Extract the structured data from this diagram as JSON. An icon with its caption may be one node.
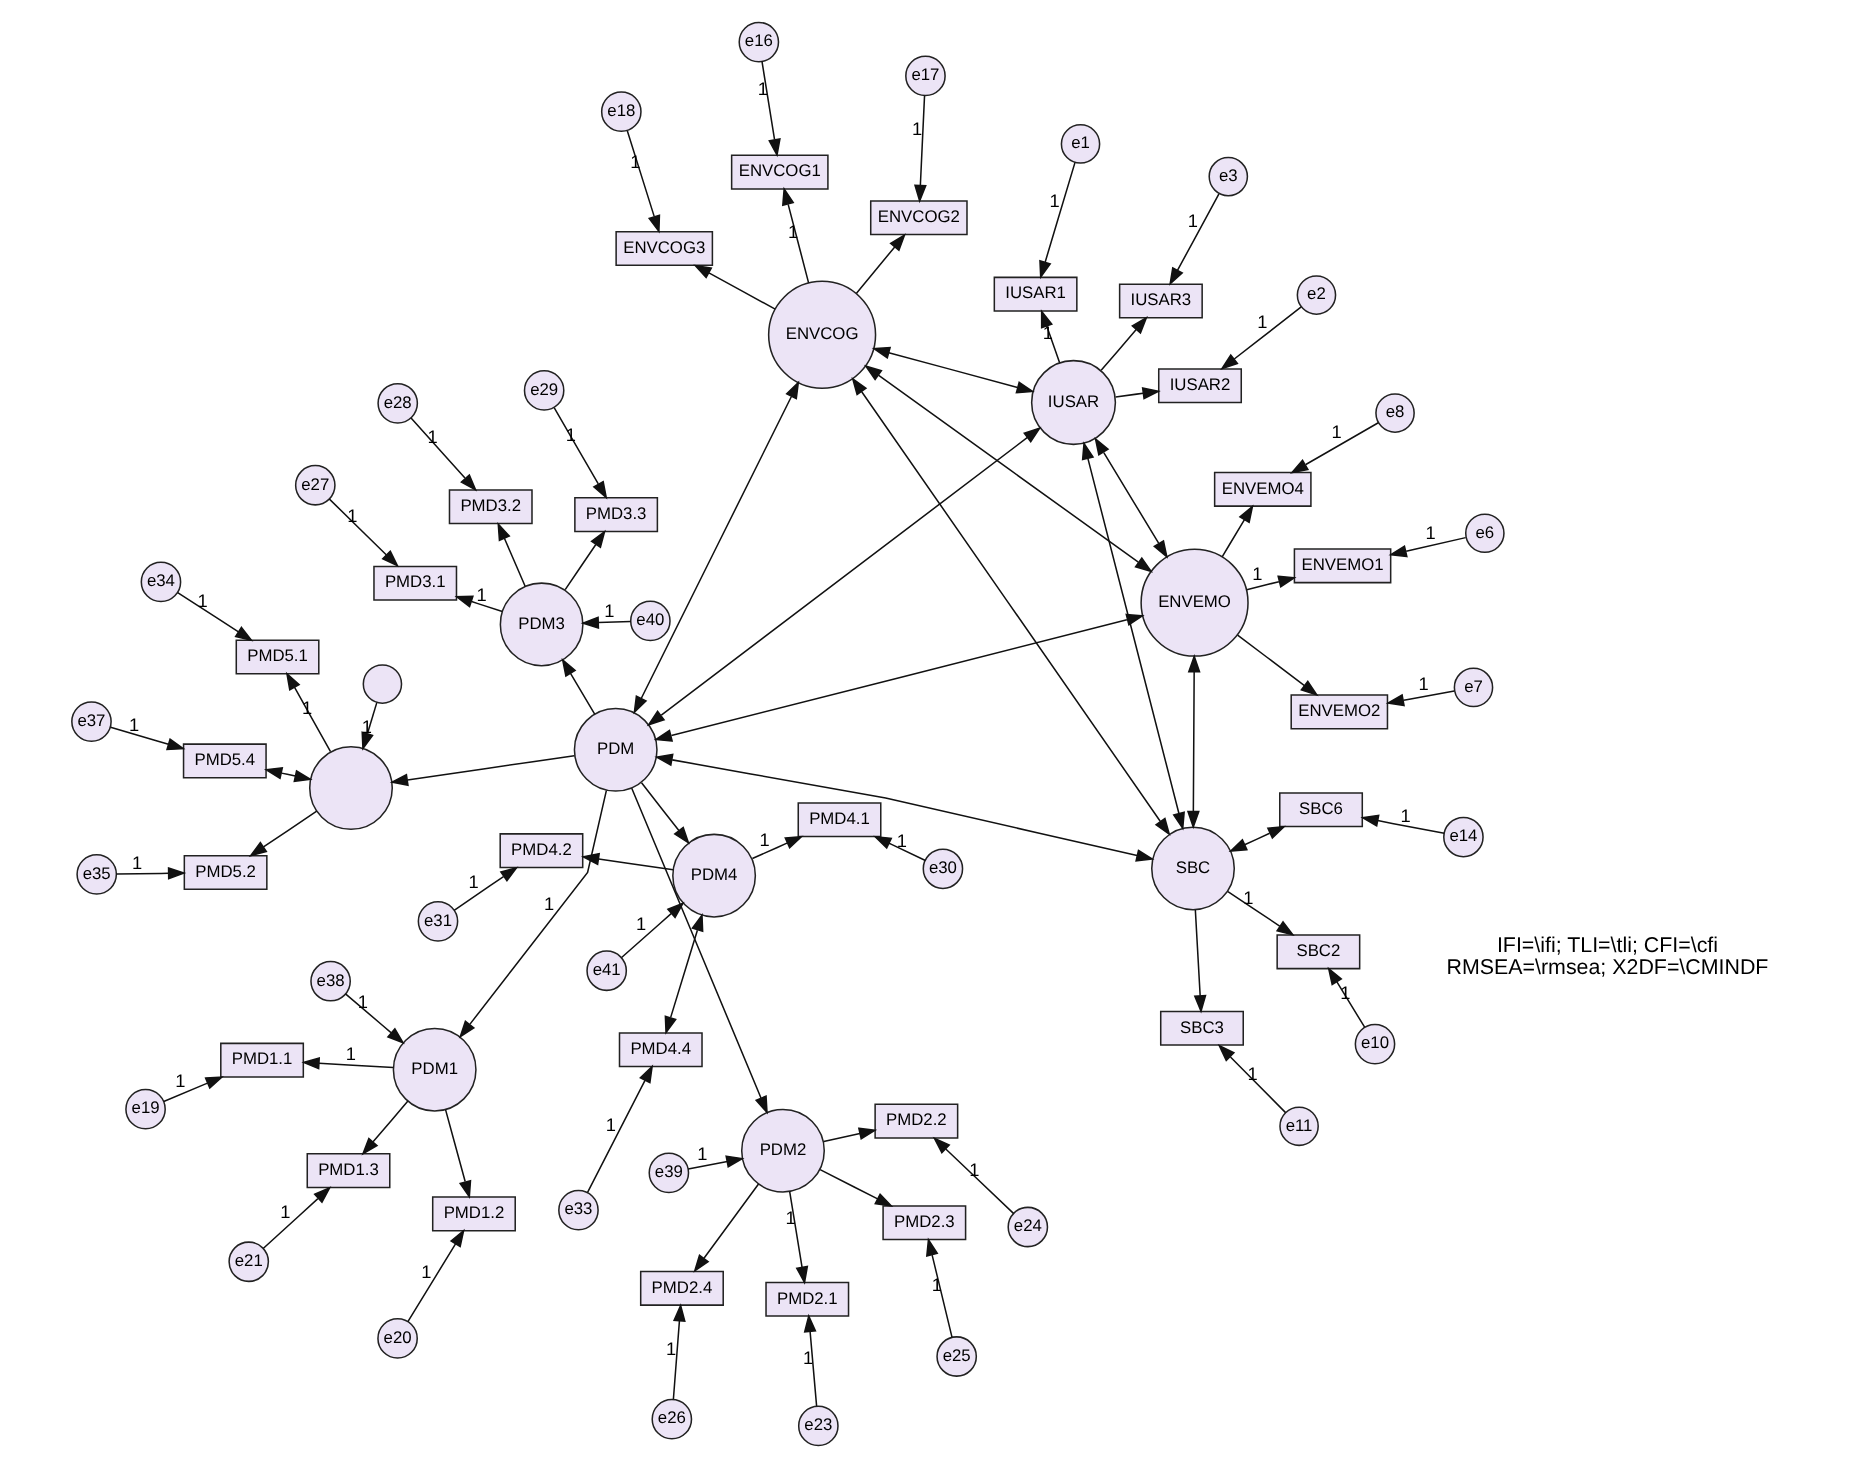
{
  "diagram": {
    "nodes": [
      {
        "text": [
          "e19"
        ]
      },
      {
        "text": [
          "e20"
        ]
      },
      {
        "text": [
          "e21"
        ]
      },
      {
        "text": [
          "PMD1.1"
        ]
      },
      {
        "text": [
          "PMD1.2"
        ]
      },
      {
        "text": [
          "PMD1.3"
        ]
      },
      {
        "text": [
          "e38"
        ]
      },
      {
        "text": [
          "PDM1"
        ]
      },
      {
        "text": [
          "e23"
        ]
      },
      {
        "text": [
          "e24"
        ]
      },
      {
        "text": [
          "e25"
        ]
      },
      {
        "text": [
          "e26"
        ]
      },
      {
        "text": [
          "PMD2.1"
        ]
      },
      {
        "text": [
          "PMD2.2"
        ]
      },
      {
        "text": [
          "PMD2.3"
        ]
      },
      {
        "text": [
          "PMD2.4"
        ]
      },
      {
        "text": [
          "e39"
        ]
      },
      {
        "text": [
          "PDM2"
        ]
      },
      {
        "text": [
          "e27"
        ]
      },
      {
        "text": [
          "e28"
        ]
      },
      {
        "text": [
          "e29"
        ]
      },
      {
        "text": [
          "PMD3.1"
        ]
      },
      {
        "text": [
          "PMD3.2"
        ]
      },
      {
        "text": [
          "PMD3.3"
        ]
      },
      {
        "text": [
          "e40"
        ]
      },
      {
        "text": [
          "PDM3"
        ]
      },
      {
        "text": [
          "e30"
        ]
      },
      {
        "text": [
          "e31"
        ]
      },
      {
        "text": [
          "e33"
        ]
      },
      {
        "text": [
          "PMD4.1"
        ]
      },
      {
        "text": [
          "PMD4.2"
        ]
      },
      {
        "text": [
          "PMD4.4"
        ]
      },
      {
        "text": [
          "e41"
        ]
      },
      {
        "text": [
          "PDM4"
        ]
      },
      {
        "text": [
          "e34"
        ]
      },
      {
        "text": [
          "e35"
        ]
      },
      {
        "text": [
          "e37"
        ]
      },
      {
        "text": [
          "PMD5.1"
        ]
      },
      {
        "text": [
          "PMD5.2"
        ]
      },
      {
        "text": [
          "PMD5.4"
        ]
      },
      {
        "text": [],
        "shape": "circle"
      },
      {
        "text": [],
        "shape": "circle"
      },
      {
        "text": [
          "PDM"
        ]
      },
      {
        "text": [
          "e6"
        ]
      },
      {
        "text": [
          "e7"
        ]
      },
      {
        "text": [
          "e8"
        ]
      },
      {
        "text": [
          "ENVEMO1"
        ]
      },
      {
        "text": [
          "ENVEMO2"
        ]
      },
      {
        "text": [
          "ENVEMO4"
        ]
      },
      {
        "text": [
          "ENVEMO"
        ]
      },
      {
        "text": [
          "e1"
        ]
      },
      {
        "text": [
          "e2"
        ]
      },
      {
        "text": [
          "e3"
        ]
      },
      {
        "text": [
          "IUSAR1"
        ]
      },
      {
        "text": [
          "IUSAR2"
        ]
      },
      {
        "text": [
          "IUSAR3"
        ]
      },
      {
        "text": [
          "IUSAR"
        ]
      },
      {
        "text": [
          "e16"
        ]
      },
      {
        "text": [
          "e17"
        ]
      },
      {
        "text": [
          "e18"
        ]
      },
      {
        "text": [
          "ENVCOG1"
        ]
      },
      {
        "text": [
          "ENVCOG2"
        ]
      },
      {
        "text": [
          "ENVCOG3"
        ]
      },
      {
        "text": [
          "ENVCOG"
        ]
      },
      {
        "text": [
          "e10"
        ]
      },
      {
        "text": [
          "e11"
        ]
      },
      {
        "text": [
          "e14"
        ]
      },
      {
        "text": [
          "SBC2"
        ]
      },
      {
        "text": [
          "SBC3"
        ]
      },
      {
        "text": [
          "SBC6"
        ]
      },
      {
        "text": [
          "SBC"
        ]
      }
    ],
    "edges": [
      {
        "from": 0,
        "to": 3,
        "arrow": "to",
        "label": "1"
      },
      {
        "from": 1,
        "to": 4,
        "arrow": "to",
        "label": "1"
      },
      {
        "from": 2,
        "to": 5,
        "arrow": "to",
        "label": "1"
      },
      {
        "from": 7,
        "to": 3,
        "arrow": "to",
        "label": "1"
      },
      {
        "from": 7,
        "to": 4,
        "arrow": "to"
      },
      {
        "from": 7,
        "to": 5,
        "arrow": "to"
      },
      {
        "from": 6,
        "to": 7,
        "arrow": "to",
        "label": "1"
      },
      {
        "from": 8,
        "to": 12,
        "arrow": "to",
        "label": "1"
      },
      {
        "from": 9,
        "to": 13,
        "arrow": "to",
        "label": "1"
      },
      {
        "from": 10,
        "to": 14,
        "arrow": "to",
        "label": "1"
      },
      {
        "from": 11,
        "to": 15,
        "arrow": "to",
        "label": "1"
      },
      {
        "from": 17,
        "to": 12,
        "arrow": "to",
        "label": "1"
      },
      {
        "from": 17,
        "to": 13,
        "arrow": "to"
      },
      {
        "from": 17,
        "to": 14,
        "arrow": "to"
      },
      {
        "from": 17,
        "to": 15,
        "arrow": "to"
      },
      {
        "from": 16,
        "to": 17,
        "arrow": "to",
        "label": "1"
      },
      {
        "from": 18,
        "to": 21,
        "arrow": "to",
        "label": "1"
      },
      {
        "from": 19,
        "to": 22,
        "arrow": "to",
        "label": "1"
      },
      {
        "from": 20,
        "to": 23,
        "arrow": "to",
        "label": "1"
      },
      {
        "from": 25,
        "to": 21,
        "arrow": "to",
        "label": "1"
      },
      {
        "from": 25,
        "to": 22,
        "arrow": "to"
      },
      {
        "from": 25,
        "to": 23,
        "arrow": "to"
      },
      {
        "from": 24,
        "to": 25,
        "arrow": "to",
        "label": "1"
      },
      {
        "from": 26,
        "to": 29,
        "arrow": "to",
        "label": "1"
      },
      {
        "from": 27,
        "to": 30,
        "arrow": "to",
        "label": "1"
      },
      {
        "from": 28,
        "to": 31,
        "arrow": "to",
        "label": "1"
      },
      {
        "from": 33,
        "to": 29,
        "arrow": "to",
        "label": "1"
      },
      {
        "from": 33,
        "to": 30,
        "arrow": "to"
      },
      {
        "from": 33,
        "to": 31,
        "arrow": "both"
      },
      {
        "from": 32,
        "to": 33,
        "arrow": "to",
        "label": "1"
      },
      {
        "from": 34,
        "to": 37,
        "arrow": "to",
        "label": "1"
      },
      {
        "from": 35,
        "to": 38,
        "arrow": "to",
        "label": "1"
      },
      {
        "from": 36,
        "to": 39,
        "arrow": "to",
        "label": "1"
      },
      {
        "from": 41,
        "to": 37,
        "arrow": "to",
        "label": "1"
      },
      {
        "from": 41,
        "to": 38,
        "arrow": "to"
      },
      {
        "from": 41,
        "to": 39,
        "arrow": "both"
      },
      {
        "from": 40,
        "to": 41,
        "arrow": "to",
        "label": "1"
      },
      {
        "from": 42,
        "to": 7,
        "arrow": "to",
        "label": "1"
      },
      {
        "from": 42,
        "to": 17,
        "arrow": "to"
      },
      {
        "from": 42,
        "to": 25,
        "arrow": "to"
      },
      {
        "from": 42,
        "to": 33,
        "arrow": "to"
      },
      {
        "from": 42,
        "to": 41,
        "arrow": "to"
      },
      {
        "from": 43,
        "to": 46,
        "arrow": "to",
        "label": "1"
      },
      {
        "from": 44,
        "to": 47,
        "arrow": "to",
        "label": "1"
      },
      {
        "from": 45,
        "to": 48,
        "arrow": "to",
        "label": "1"
      },
      {
        "from": 49,
        "to": 46,
        "arrow": "to",
        "label": "1"
      },
      {
        "from": 49,
        "to": 47,
        "arrow": "to"
      },
      {
        "from": 49,
        "to": 48,
        "arrow": "to"
      },
      {
        "from": 50,
        "to": 53,
        "arrow": "to",
        "label": "1"
      },
      {
        "from": 51,
        "to": 54,
        "arrow": "to",
        "label": "1"
      },
      {
        "from": 52,
        "to": 55,
        "arrow": "to",
        "label": "1"
      },
      {
        "from": 56,
        "to": 53,
        "arrow": "to",
        "label": "1"
      },
      {
        "from": 56,
        "to": 54,
        "arrow": "to"
      },
      {
        "from": 56,
        "to": 55,
        "arrow": "to"
      },
      {
        "from": 57,
        "to": 60,
        "arrow": "to",
        "label": "1"
      },
      {
        "from": 58,
        "to": 61,
        "arrow": "to",
        "label": "1"
      },
      {
        "from": 59,
        "to": 62,
        "arrow": "to",
        "label": "1"
      },
      {
        "from": 63,
        "to": 60,
        "arrow": "to",
        "label": "1"
      },
      {
        "from": 63,
        "to": 61,
        "arrow": "to"
      },
      {
        "from": 63,
        "to": 62,
        "arrow": "to"
      },
      {
        "from": 64,
        "to": 67,
        "arrow": "to",
        "label": "1"
      },
      {
        "from": 65,
        "to": 68,
        "arrow": "to",
        "label": "1"
      },
      {
        "from": 66,
        "to": 69,
        "arrow": "to",
        "label": "1"
      },
      {
        "from": 70,
        "to": 67,
        "arrow": "to",
        "label": "1"
      },
      {
        "from": 70,
        "to": 68,
        "arrow": "to"
      },
      {
        "from": 70,
        "to": 69,
        "arrow": "both"
      },
      {
        "from": 42,
        "to": 49,
        "arrow": "both"
      },
      {
        "from": 42,
        "to": 56,
        "arrow": "both"
      },
      {
        "from": 42,
        "to": 63,
        "arrow": "both"
      },
      {
        "from": 42,
        "to": 70,
        "arrow": "both"
      },
      {
        "from": 49,
        "to": 56,
        "arrow": "both"
      },
      {
        "from": 49,
        "to": 63,
        "arrow": "both"
      },
      {
        "from": 49,
        "to": 70,
        "arrow": "both"
      },
      {
        "from": 56,
        "to": 63,
        "arrow": "both"
      },
      {
        "from": 56,
        "to": 70,
        "arrow": "both"
      },
      {
        "from": 63,
        "to": 70,
        "arrow": "both"
      }
    ],
    "labels": [
      "IFI=\\ifi; TLI=\\tli; CFI=\\cfi",
      "RMSEA=\\rmsea; X2DF=\\CMINDF"
    ]
  }
}
